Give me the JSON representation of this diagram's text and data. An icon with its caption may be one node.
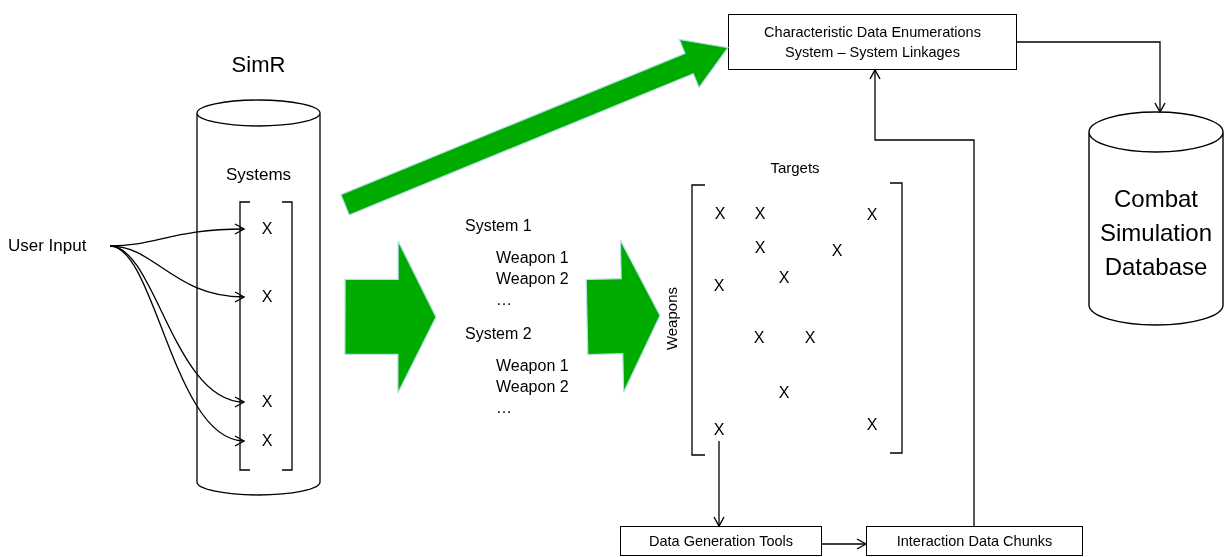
{
  "diagram": {
    "nodes": [
      {
        "text": [
          "SimR",
          "Systems"
        ]
      },
      {
        "text": [
          "User Input"
        ]
      },
      {
        "text": [
          "X"
        ],
        "in": 0
      },
      {
        "text": [
          "X"
        ],
        "in": 0
      },
      {
        "text": [
          "X"
        ],
        "in": 0
      },
      {
        "text": [
          "X"
        ],
        "in": 0
      },
      {
        "text": [
          "System 1",
          "Weapon 1 Weapon 2 …",
          "System 2",
          "Weapon 1 Weapon 2 …"
        ]
      },
      {
        "text": [
          "Targets",
          "Weapons"
        ]
      },
      {
        "text": [
          "X"
        ],
        "in": 7
      },
      {
        "text": [
          "X"
        ],
        "in": 7
      },
      {
        "text": [
          "X"
        ],
        "in": 7
      },
      {
        "text": [
          "X"
        ],
        "in": 7
      },
      {
        "text": [
          "X"
        ],
        "in": 7
      },
      {
        "text": [
          "X"
        ],
        "in": 7
      },
      {
        "text": [
          "X"
        ],
        "in": 7
      },
      {
        "text": [
          "X"
        ],
        "in": 7
      },
      {
        "text": [
          "X"
        ],
        "in": 7
      },
      {
        "text": [
          "X"
        ],
        "in": 7
      },
      {
        "text": [
          "X"
        ],
        "in": 7
      },
      {
        "text": [
          "X"
        ],
        "in": 7
      },
      {
        "text": [
          "Characteristic Data Enumerations System – System Linkages"
        ]
      },
      {
        "text": [
          "Combat Simulation Database"
        ]
      },
      {
        "text": [
          "Data Generation Tools"
        ]
      },
      {
        "text": [
          "Interaction Data Chunks"
        ]
      }
    ],
    "edges": [
      {
        "from": 1,
        "to": 2,
        "arrow": "to"
      },
      {
        "from": 1,
        "to": 3,
        "arrow": "to"
      },
      {
        "from": 1,
        "to": 4,
        "arrow": "to"
      },
      {
        "from": 1,
        "to": 5,
        "arrow": "to"
      },
      {
        "from": 0,
        "to": 20,
        "arrow": "to",
        "style": "thick",
        "color": "#00ab00"
      },
      {
        "from": 0,
        "to": 6,
        "arrow": "to",
        "style": "thick",
        "color": "#00ab00"
      },
      {
        "from": 6,
        "to": 7,
        "arrow": "to",
        "style": "thick",
        "color": "#00ab00"
      },
      {
        "from": 18,
        "to": 22,
        "arrow": "to"
      },
      {
        "from": 22,
        "to": 23,
        "arrow": "to"
      },
      {
        "from": 23,
        "to": 20,
        "arrow": "to"
      },
      {
        "from": 20,
        "to": 21,
        "arrow": "to"
      }
    ]
  }
}
